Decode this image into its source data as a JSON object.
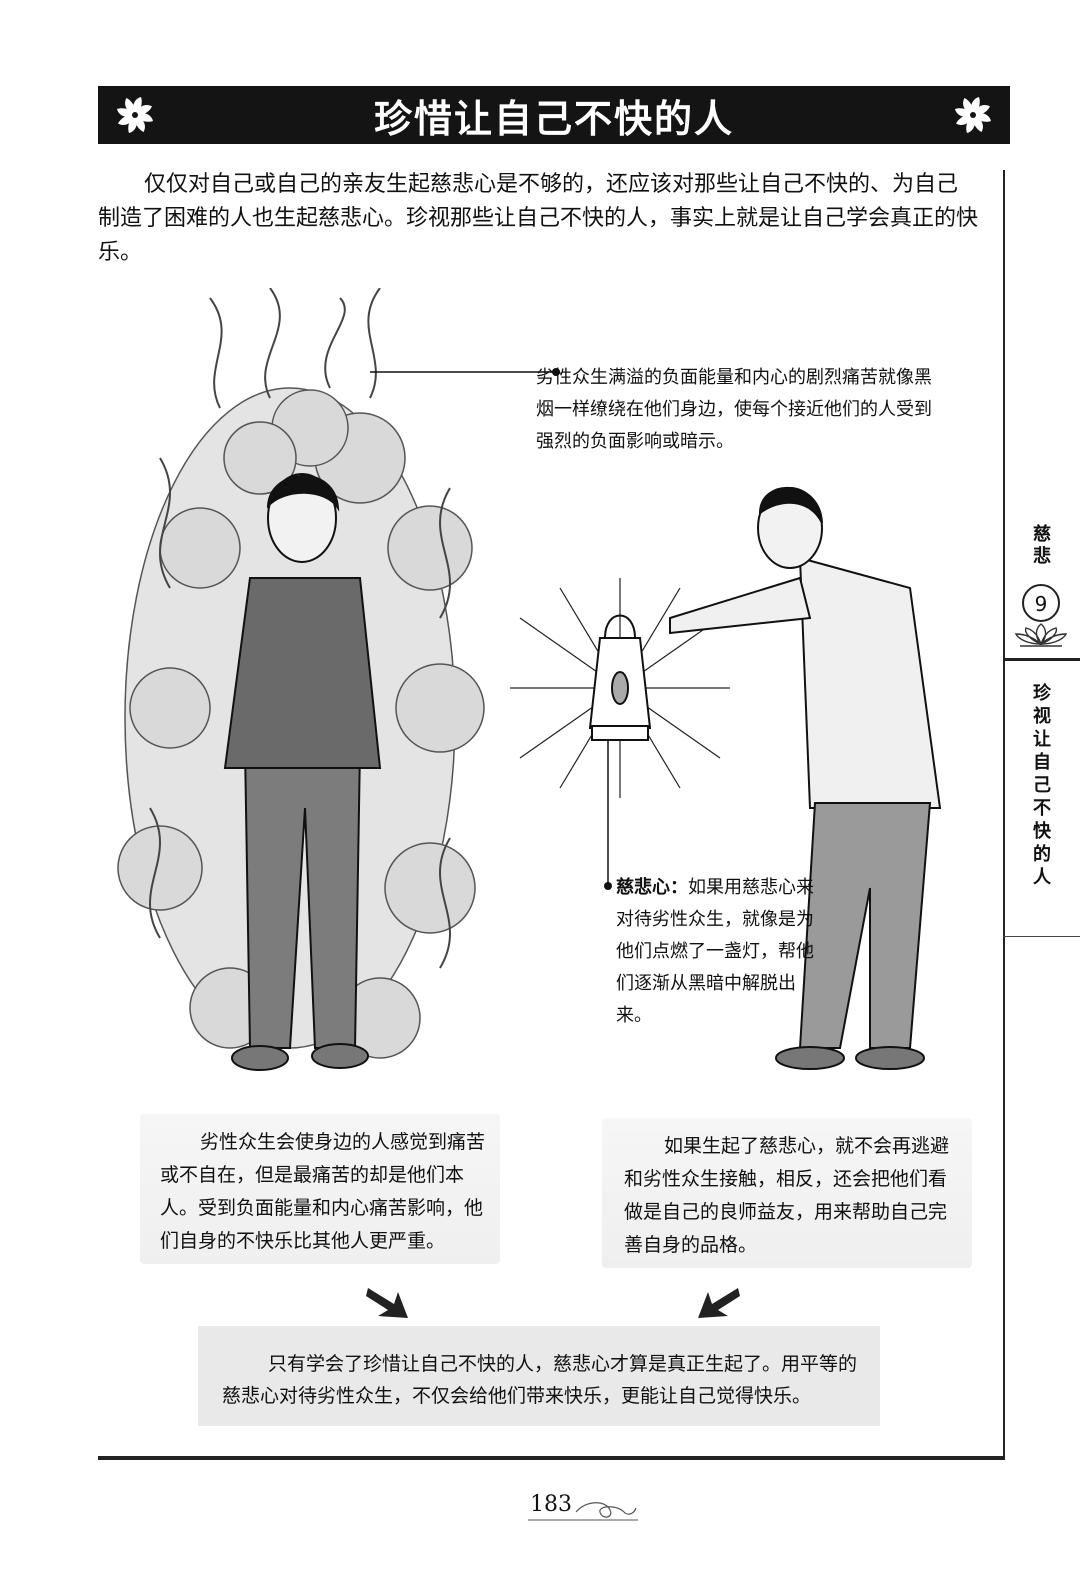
{
  "title": "珍惜让自己不快的人",
  "intro": "仅仅对自己或自己的亲友生起慈悲心是不够的，还应该对那些让自己不快的、为自己制造了困难的人也生起慈悲心。珍视那些让自己不快的人，事实上就是让自己学会真正的快乐。",
  "captions": {
    "smoke": "劣性众生满溢的负面能量和内心的剧烈痛苦就像黑烟一样缭绕在他们身边，使每个接近他们的人受到强烈的负面影响或暗示。",
    "lamp_label": "慈悲心：",
    "lamp_text": "如果用慈悲心来对待劣性众生，就像是为他们点燃了一盏灯，帮他们逐渐从黑暗中解脱出来。"
  },
  "boxes": {
    "left": "劣性众生会使身边的人感觉到痛苦或不自在，但是最痛苦的却是他们本人。受到负面能量和内心痛苦影响，他们自身的不快乐比其他人更严重。",
    "right": "如果生起了慈悲心，就不会再逃避和劣性众生接触，相反，还会把他们看做是自己的良师益友，用来帮助自己完善自身的品格。"
  },
  "conclusion": "只有学会了珍惜让自己不快的人，慈悲心才算是真正生起了。用平等的慈悲心对待劣性众生，不仅会给他们带来快乐，更能让自己觉得快乐。",
  "side_tab": {
    "chapter": "慈悲",
    "number": "9",
    "section": "珍视让自己不快的人"
  },
  "page_number": "183",
  "icons": {
    "banner": "pinwheel-flower-icon",
    "arrows": "down-arrow-icon",
    "lotus": "lotus-icon"
  }
}
